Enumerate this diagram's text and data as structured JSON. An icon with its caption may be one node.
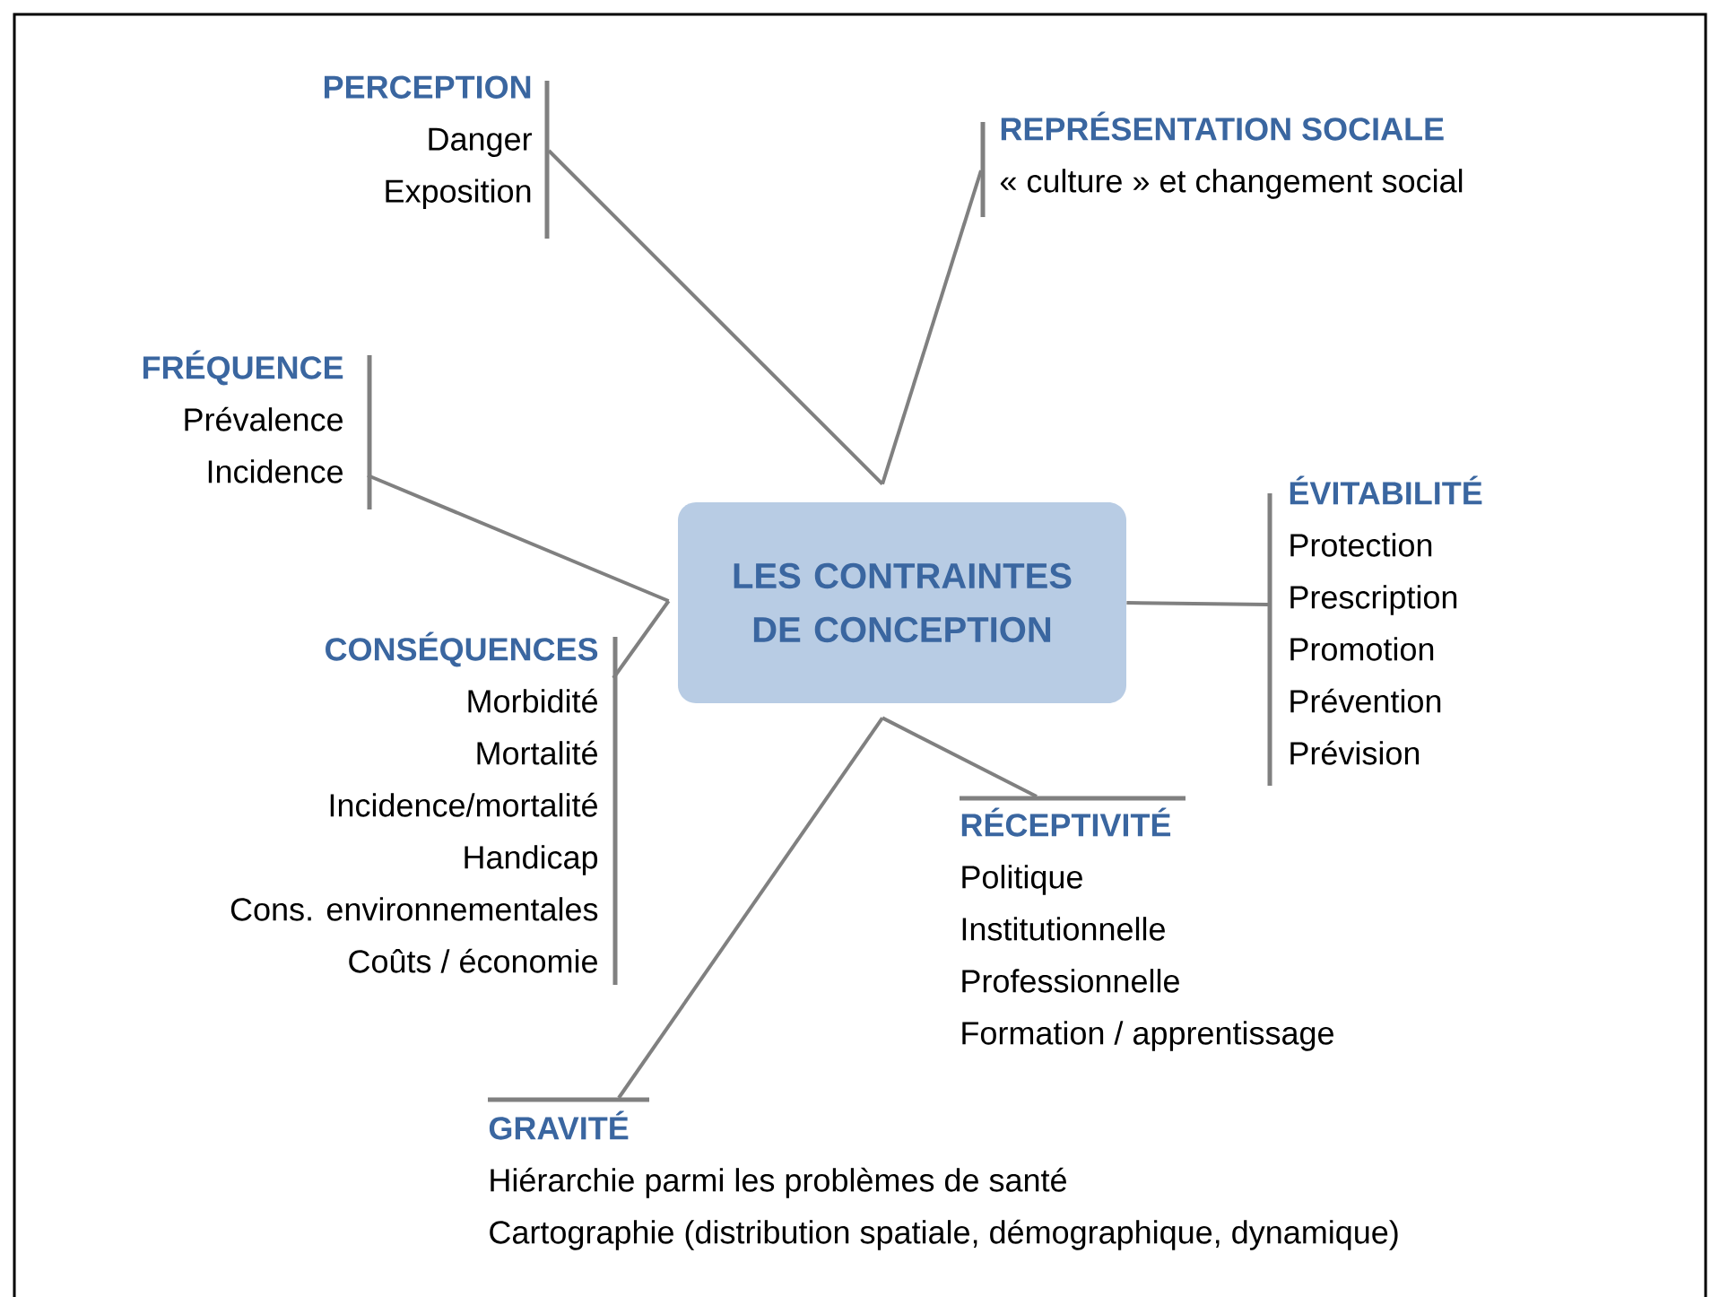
{
  "diagram": {
    "nodes": [
      {
        "text": [
          "LES CONTRAINTES DE CONCEPTION"
        ]
      },
      {
        "text": [
          "PERCEPTION",
          "Danger",
          "Exposition"
        ]
      },
      {
        "text": [
          "REPRÉSENTATION SOCIALE",
          "« culture » et changement social"
        ]
      },
      {
        "text": [
          "FRÉQUENCE",
          "Prévalence",
          "Incidence"
        ]
      },
      {
        "text": [
          "CONSÉQUENCES",
          "Morbidité",
          "Mortalité",
          "Incidence/mortalité",
          "Handicap",
          "Cons.  environnementales",
          "Coûts / économie"
        ]
      },
      {
        "text": [
          "ÉVITABILITÉ",
          "Protection",
          "Prescription",
          "Promotion",
          "Prévention",
          "Prévision"
        ]
      },
      {
        "text": [
          "RÉCEPTIVITÉ",
          "Politique",
          "Institutionnelle",
          "Professionnelle",
          "Formation / apprentissage"
        ]
      },
      {
        "text": [
          "GRAVITÉ",
          "Hiérarchie parmi les problèmes de santé",
          "Cartographie (distribution spatiale, démographique, dynamique)"
        ]
      }
    ],
    "edges": [
      {
        "from": 0,
        "to": 1,
        "arrow": "none"
      },
      {
        "from": 0,
        "to": 2,
        "arrow": "none"
      },
      {
        "from": 0,
        "to": 3,
        "arrow": "none"
      },
      {
        "from": 0,
        "to": 4,
        "arrow": "none"
      },
      {
        "from": 0,
        "to": 5,
        "arrow": "none"
      },
      {
        "from": 0,
        "to": 6,
        "arrow": "none"
      },
      {
        "from": 0,
        "to": 7,
        "arrow": "none"
      }
    ]
  }
}
